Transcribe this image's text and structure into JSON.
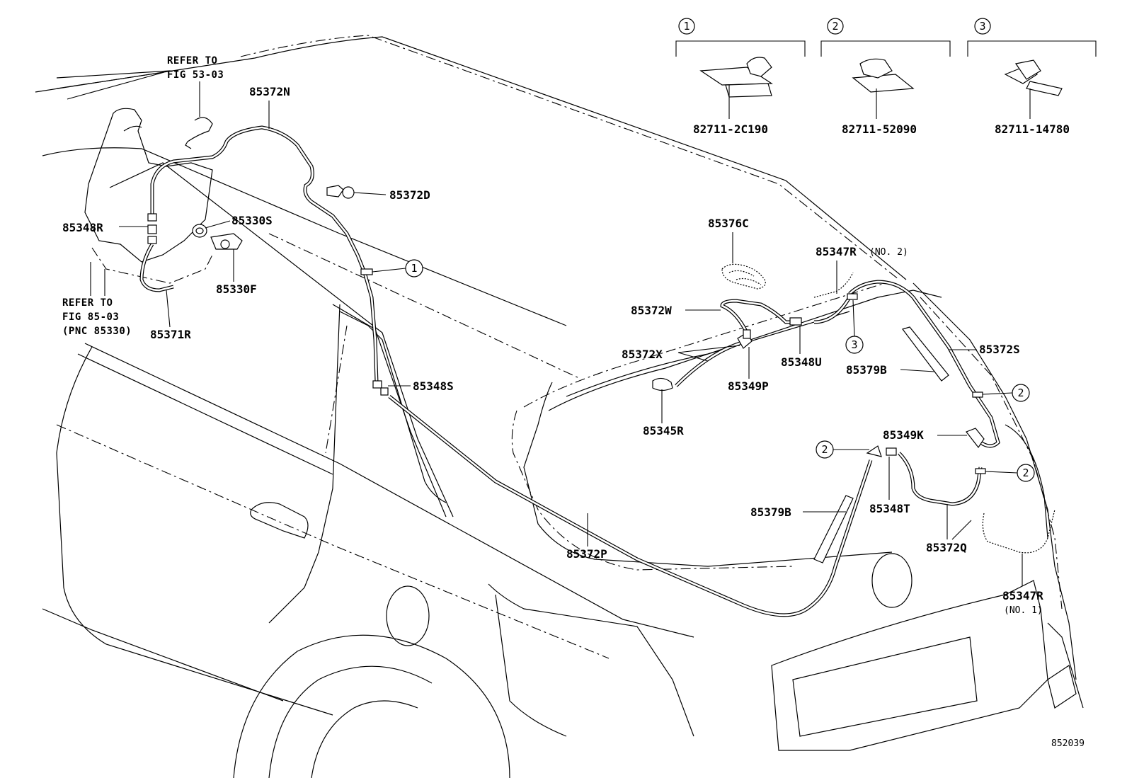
{
  "diagram_id": "852039",
  "references": [
    {
      "text_line1": "REFER TO",
      "text_line2": "FIG 53-03"
    },
    {
      "text_line1": "REFER TO",
      "text_line2": "FIG 85-03",
      "text_line3": "(PNC 85330)"
    }
  ],
  "clip_legend": [
    {
      "marker": "1",
      "part_no": "82711-2C190"
    },
    {
      "marker": "2",
      "part_no": "82711-52090"
    },
    {
      "marker": "3",
      "part_no": "82711-14780"
    }
  ],
  "parts": {
    "p85372N": "85372N",
    "p85372D": "85372D",
    "p85348R": "85348R",
    "p85330S": "85330S",
    "p85330F": "85330F",
    "p85371R": "85371R",
    "p85348S": "85348S",
    "p85376C": "85376C",
    "p85347R_no2": "85347R",
    "no2": "(NO. 2)",
    "p85372W": "85372W",
    "p85372X": "85372X",
    "p85348U": "85348U",
    "p85349P": "85349P",
    "p85345R": "85345R",
    "p85372S": "85372S",
    "p85379B_a": "85379B",
    "p85349K": "85349K",
    "p85348T": "85348T",
    "p85379B_b": "85379B",
    "p85372P": "85372P",
    "p85372Q": "85372Q",
    "p85347R_no1": "85347R",
    "no1": "(NO. 1)"
  },
  "callouts": {
    "c1": "1",
    "c2a": "2",
    "c2b": "2",
    "c2c": "2",
    "c3": "3"
  }
}
